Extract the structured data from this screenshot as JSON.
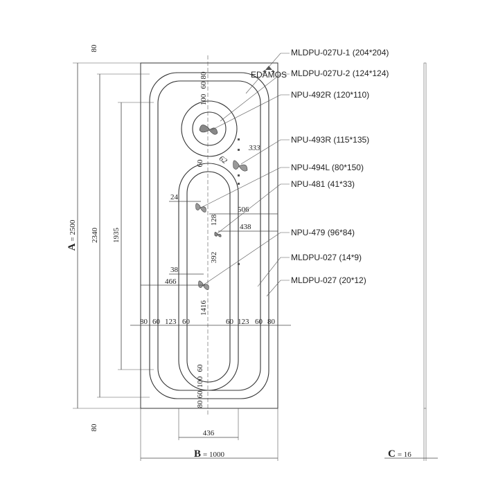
{
  "brand_logo_text": "EDAMOS",
  "overall": {
    "A_label": "A",
    "A_value": "= 2500",
    "B_label": "B",
    "B_value": "= 1000",
    "C_label": "C",
    "C_value": "= 16"
  },
  "dimensions": {
    "top_margin": "80",
    "bottom_margin": "80",
    "height_2340": "2340",
    "height_1935": "1935",
    "top_stack_80": "80",
    "top_stack_60": "60",
    "top_stack_100": "100",
    "circle_gap_60": "60",
    "dim_62": "62",
    "dim_333": "333",
    "dim_24": "24",
    "dim_506": "506",
    "dim_128": "128",
    "dim_438": "438",
    "dim_392": "392",
    "dim_38": "38",
    "dim_466": "466",
    "dim_1416": "1416",
    "row_left": [
      "80",
      "60",
      "123",
      "60"
    ],
    "row_right": [
      "60",
      "123",
      "60",
      "80"
    ],
    "bottom_stack_60": "60",
    "bottom_stack_100": "100",
    "bottom_stack_60b": "60",
    "bottom_stack_80": "80",
    "width_436": "436"
  },
  "callouts": [
    "MLDPU-027U-1 (204*204)",
    "MLDPU-027U-2 (124*124)",
    "NPU-492R (120*110)",
    "NPU-493R (115*135)",
    "NPU-494L (80*150)",
    "NPU-481 (41*33)",
    "NPU-479 (96*84)",
    "MLDPU-027 (14*9)",
    "MLDPU-027 (20*12)"
  ]
}
